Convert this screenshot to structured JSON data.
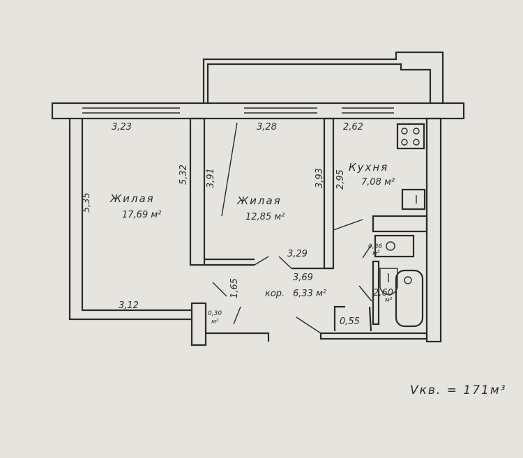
{
  "plan": {
    "rooms": [
      {
        "name": "Жилая",
        "area": "17,69 м²"
      },
      {
        "name": "Жилая",
        "area": "12,85 м²"
      },
      {
        "name": "Кухня",
        "area": "7,08 м²"
      },
      {
        "name": "кор.",
        "area": "6,33 м²"
      }
    ],
    "dimensions": {
      "room1_top": "3,23",
      "room1_left": "5,35",
      "room1_right": "5,32",
      "room1_bottom": "3,12",
      "room2_top": "3,28",
      "room2_left": "3,91",
      "room2_right": "3,93",
      "room2_bottom": "3,29",
      "kitchen_top": "2,62",
      "kitchen_left": "2,95",
      "corridor_width": "3,69",
      "hall_depth": "1,65"
    },
    "small_areas": {
      "toilet": "0,86",
      "bath": "2,60",
      "closet": "0,55",
      "niche": "0,30",
      "unit": "м²"
    },
    "volume": "Vкв. = 171м³"
  }
}
